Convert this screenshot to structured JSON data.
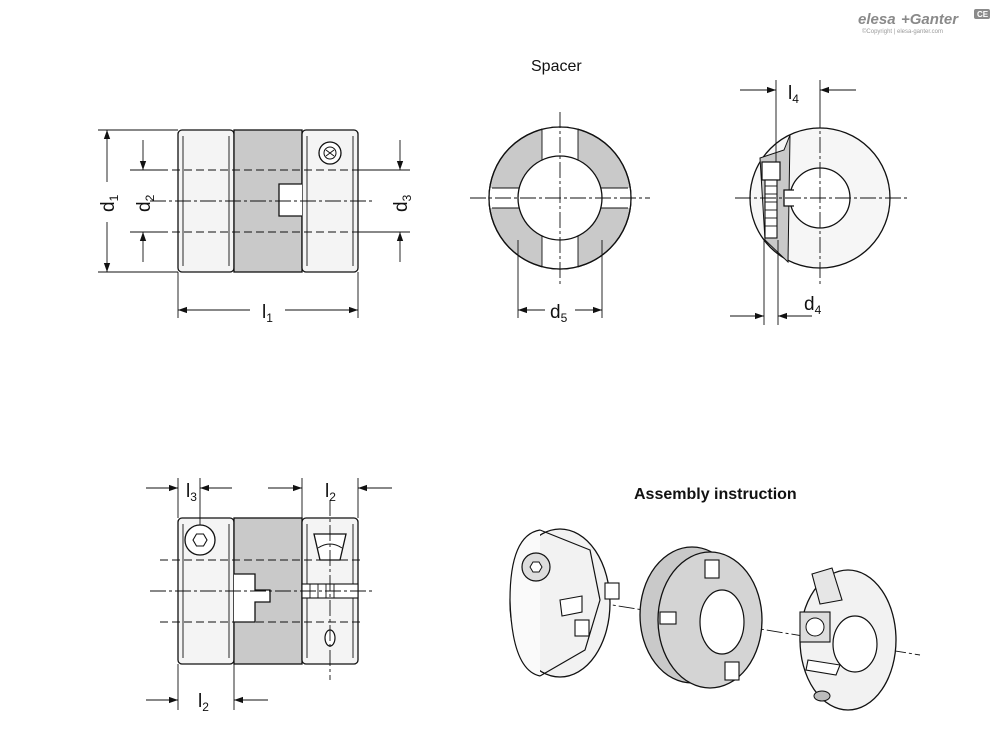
{
  "brand": {
    "logo_part1": "elesa",
    "logo_part2": "+Ganter",
    "copyright": "©Copyright | elesa-ganter.com",
    "badge": "CE"
  },
  "front_view": {
    "labels": {
      "d1_base": "d",
      "d1_sub": "1",
      "d2_base": "d",
      "d2_sub": "2",
      "d3_base": "d",
      "d3_sub": "3",
      "l1_base": "l",
      "l1_sub": "1"
    }
  },
  "spacer_view": {
    "title": "Spacer",
    "labels": {
      "d5_base": "d",
      "d5_sub": "5"
    }
  },
  "hub_section_view": {
    "labels": {
      "l4_base": "l",
      "l4_sub": "4",
      "d4_base": "d",
      "d4_sub": "4"
    }
  },
  "side_view": {
    "labels": {
      "l3_base": "l",
      "l3_sub": "3",
      "l2_top_base": "l",
      "l2_top_sub": "2",
      "l2_bottom_base": "l",
      "l2_bottom_sub": "2"
    }
  },
  "assembly": {
    "title": "Assembly instruction"
  }
}
